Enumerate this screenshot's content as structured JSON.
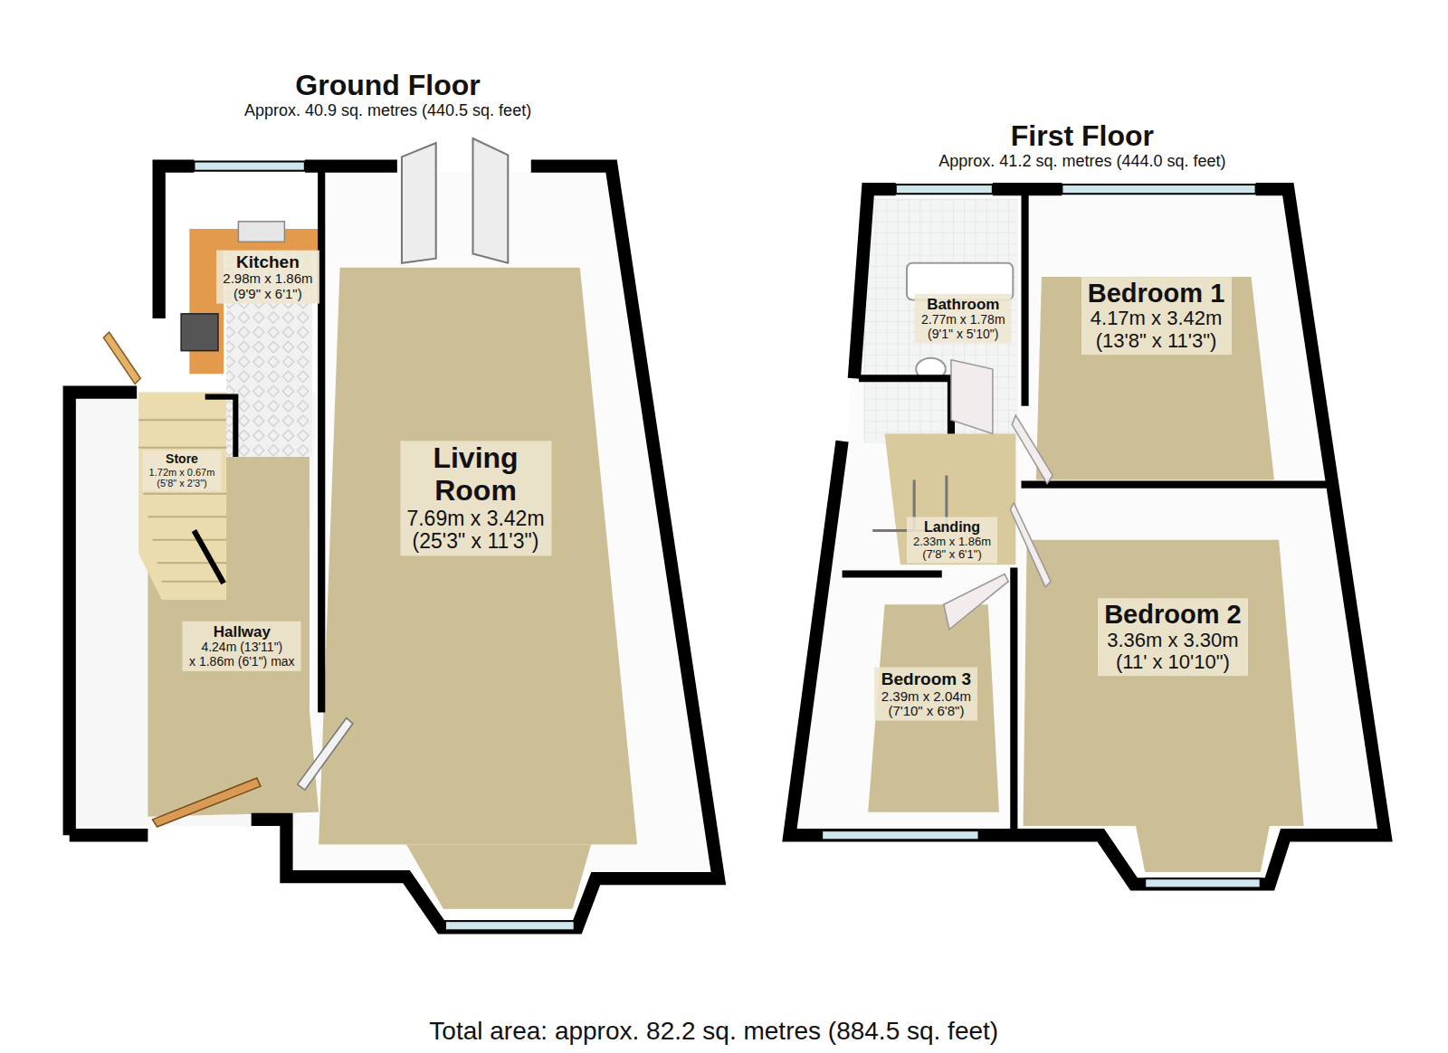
{
  "diagram": {
    "caption": "Total area: approx. 82.2 sq. metres (884.5 sq. feet)",
    "nodes": [
      {
        "text": [
          "Ground Floor",
          "Approx. 40.9 sq. metres (440.5 sq. feet)"
        ]
      },
      {
        "text": [
          "Kitchen",
          "2.98m x 1.86m",
          "(9'9\" x 6'1\")"
        ],
        "in": 0
      },
      {
        "text": [
          "Living Room",
          "7.69m x 3.42m",
          "(25'3\" x 11'3\")"
        ],
        "in": 0
      },
      {
        "text": [
          "Store",
          "1.72m x 0.67m",
          "(5'8\" x 2'3\")"
        ],
        "in": 0
      },
      {
        "text": [
          "Hallway",
          "4.24m (13'11\")",
          "x 1.86m (6'1\") max"
        ],
        "in": 0
      },
      {
        "text": [
          "First Floor",
          "Approx. 41.2 sq. metres (444.0 sq. feet)"
        ]
      },
      {
        "text": [
          "Bathroom",
          "2.77m x 1.78m",
          "(9'1\" x 5'10\")"
        ],
        "in": 5
      },
      {
        "text": [
          "Bedroom 1",
          "4.17m x 3.42m",
          "(13'8\" x 11'3\")"
        ],
        "in": 5
      },
      {
        "text": [
          "Landing",
          "2.33m x 1.86m",
          "(7'8\" x 6'1\")"
        ],
        "in": 5
      },
      {
        "text": [
          "Bedroom 3",
          "2.39m x 2.04m",
          "(7'10\" x 6'8\")"
        ],
        "in": 5
      },
      {
        "text": [
          "Bedroom 2",
          "3.36m x 3.30m",
          "(11' x 10'10\")"
        ],
        "in": 5
      }
    ]
  }
}
